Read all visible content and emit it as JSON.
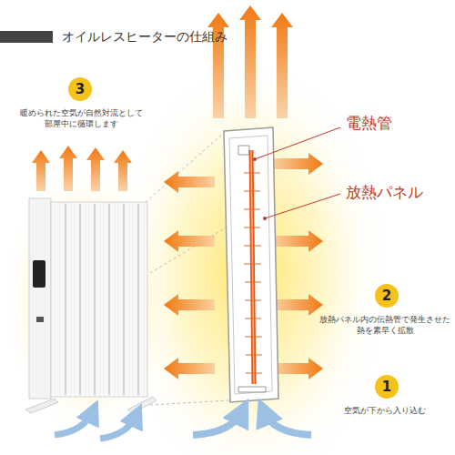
{
  "diagram": {
    "title": "オイルレスヒーターの仕組み",
    "nodes": [
      {
        "text": [
          "3"
        ]
      },
      {
        "text": [
          "2"
        ]
      },
      {
        "text": [
          "1"
        ]
      }
    ],
    "labels": [
      "暖められた空気が自然対流として部屋中に循環します",
      "電熱管",
      "放熱パネル",
      "放熱パネル内の伝熱管で発生させた熱を素早く拡散",
      "空気が下から入り込む"
    ]
  }
}
